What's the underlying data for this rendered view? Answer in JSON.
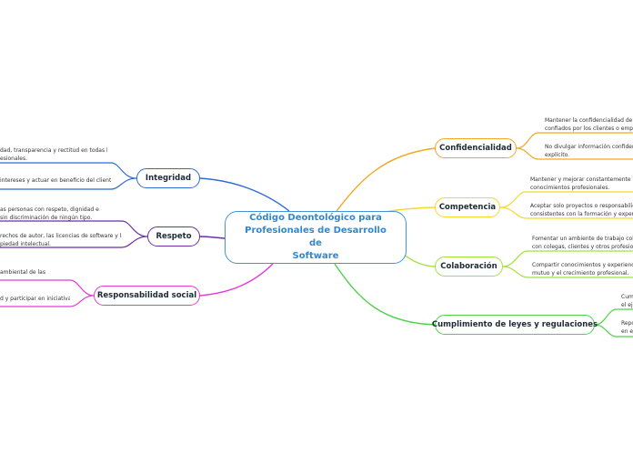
{
  "central": {
    "line1": "Código Deontológico para",
    "line2": "Profesionales de Desarrollo de",
    "line3": "Software"
  },
  "colors": {
    "central": "#3f95d8",
    "confidencialidad": "#f2a623",
    "competencia": "#f5d829",
    "colaboracion": "#a3e03a",
    "cumplimiento": "#4fd24a",
    "integridad": "#2f6bd1",
    "respeto": "#6a2fa3",
    "responsabilidad": "#e43bd6"
  },
  "branches": {
    "confidencialidad": {
      "label": "Confidencialidad",
      "items": [
        [
          "Mantener la confidencialidad de la",
          "confiados por los clientes o emplea"
        ],
        [
          "No divulgar información confidenci",
          "explícito."
        ]
      ]
    },
    "competencia": {
      "label": "Competencia",
      "items": [
        [
          "Mantener y mejorar constantemente las",
          "conocimientos profesionales."
        ],
        [
          "Aceptar solo proyectos o responsabilida",
          "consistentes con la formación y experien"
        ]
      ]
    },
    "colaboracion": {
      "label": "Colaboración",
      "items": [
        [
          "Fomentar un ambiente de trabajo colabo",
          "con colegas, clientes y otros profesional"
        ],
        [
          "Compartir conocimientos y experiencias",
          "mutuo y el crecimiento profesional."
        ]
      ]
    },
    "cumplimiento": {
      "label": "Cumplimiento de leyes y regulaciones",
      "items": [
        [
          "Cum",
          "el ej"
        ],
        [
          "Repo",
          "en el"
        ]
      ]
    },
    "integridad": {
      "label": "Integridad",
      "items": [
        [
          "dad, transparencia y rectitud en todas las",
          "esionales."
        ],
        [
          "intereses y actuar en beneficio del cliente o"
        ]
      ]
    },
    "respeto": {
      "label": "Respeto",
      "items": [
        [
          "as personas con respeto, dignidad e",
          "sin discriminación de ningún tipo."
        ],
        [
          "rechos de autor, las licencias de software y las",
          "piedad intelectual."
        ]
      ]
    },
    "responsabilidad": {
      "label": "Responsabilidad social",
      "items": [
        [
          "ambiental de las"
        ],
        [
          "d y participar en iniciativas"
        ]
      ]
    }
  }
}
